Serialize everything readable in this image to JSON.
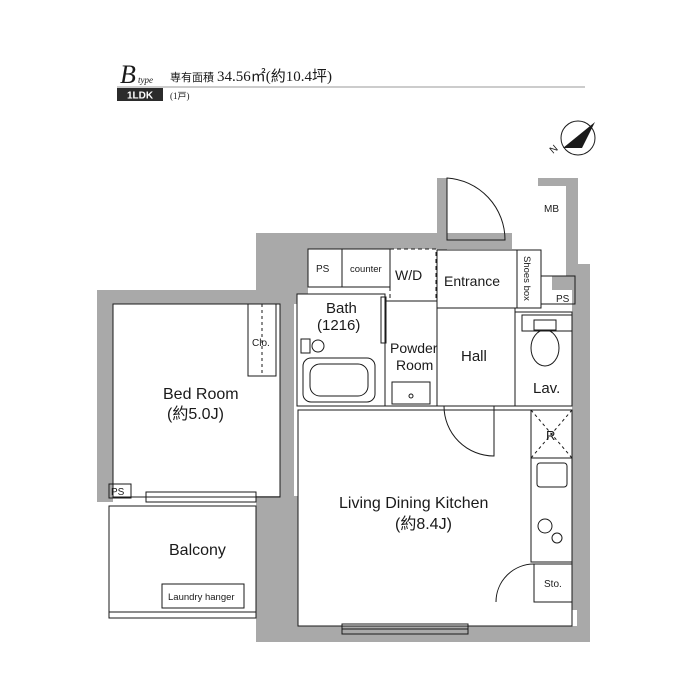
{
  "header": {
    "type_letter": "B",
    "type_suffix": "type",
    "area_label": "専有面積",
    "area_value": "34.56㎡(約10.4坪)",
    "layout_badge": "1LDK",
    "units_note": "(1戸)"
  },
  "compass": {
    "north_label": "N"
  },
  "rooms": {
    "mb": "MB",
    "ps_top": "PS",
    "counter": "counter",
    "wd": "W/D",
    "entrance": "Entrance",
    "shoes_box": "Shoes box",
    "ps_right": "PS",
    "bath": "Bath",
    "bath_size": "(1216)",
    "clo": "Clo.",
    "powder": "Powder",
    "powder_room": "Room",
    "hall": "Hall",
    "lav": "Lav.",
    "bed_room": "Bed Room",
    "bed_size": "(約5.0J)",
    "r": "R",
    "ps_left": "PS",
    "ldk": "Living Dining Kitchen",
    "ldk_size": "(約8.4J)",
    "balcony": "Balcony",
    "sto": "Sto.",
    "laundry": "Laundry hanger"
  },
  "colors": {
    "wall": "#a9a9a9",
    "line": "#1a1a1a",
    "badge": "#2b2b2b"
  }
}
